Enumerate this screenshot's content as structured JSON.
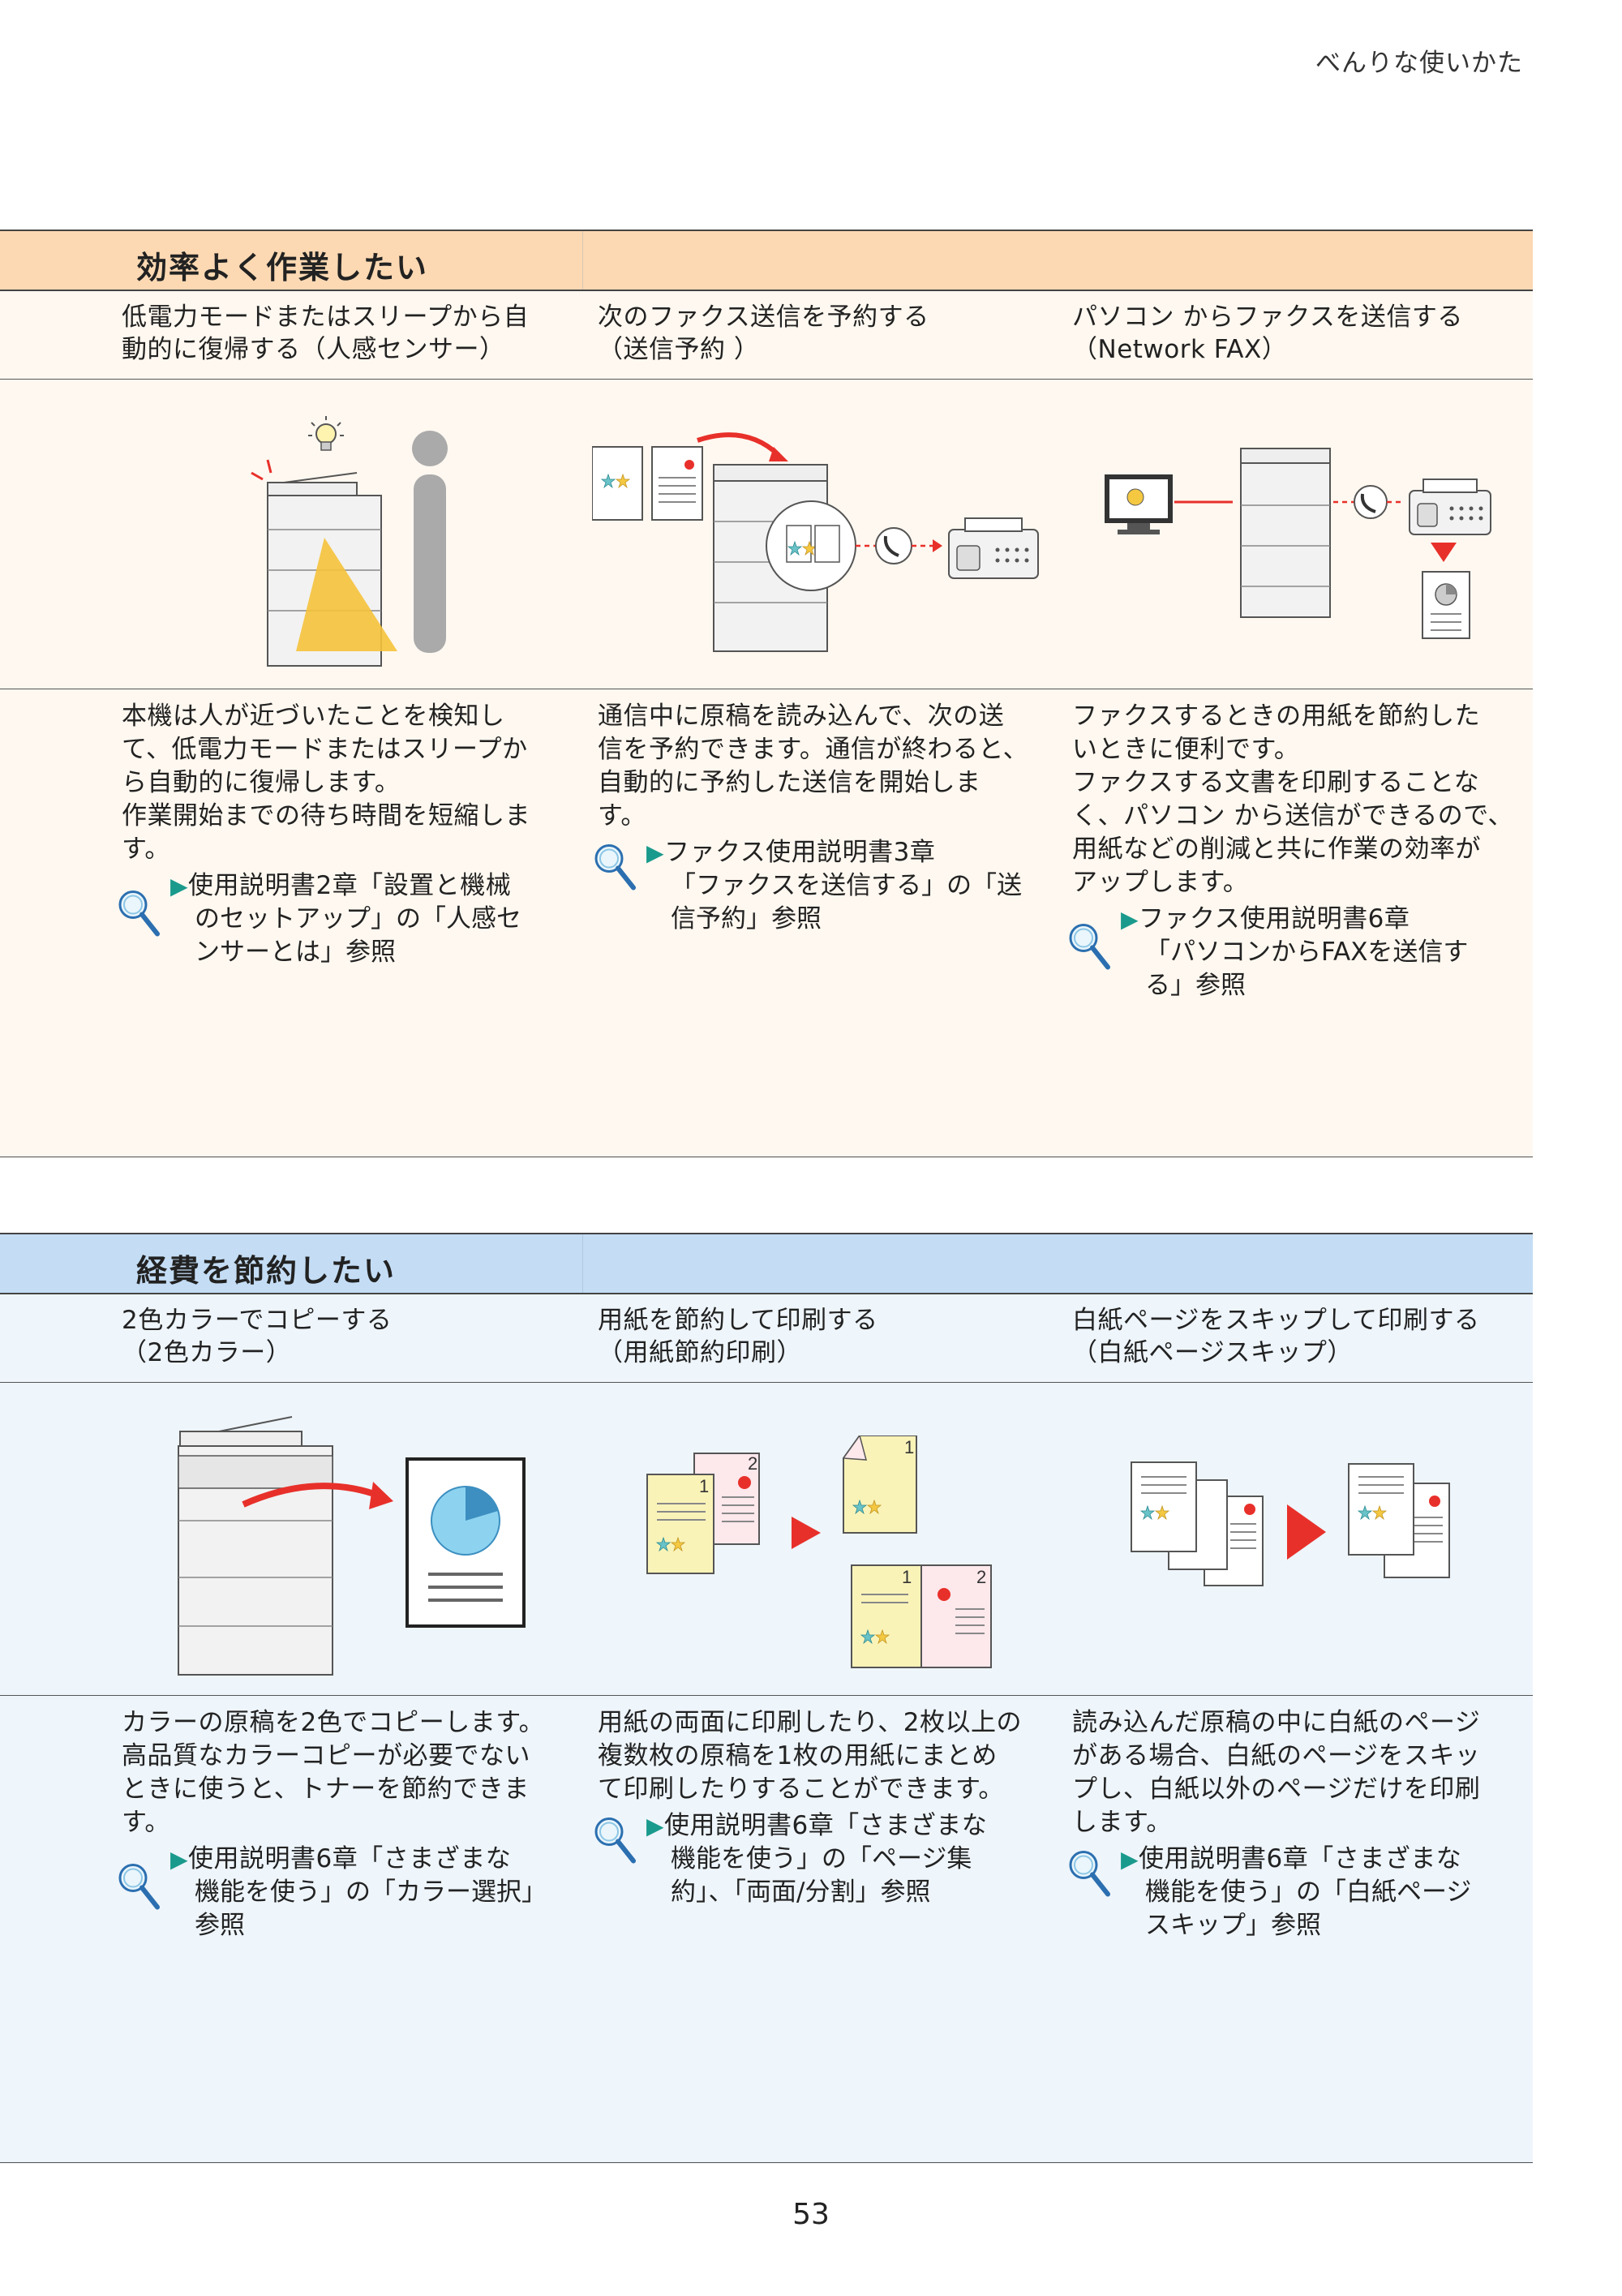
{
  "header": {
    "label": "べんりな使いかた"
  },
  "sections": [
    {
      "title": "効率よく作業したい",
      "items": [
        {
          "subhead_l1": "低電力モードまたはスリープから自",
          "subhead_l2": "動的に復帰する（人感センサー）",
          "body": [
            "本機は人が近づいたことを検知し",
            "て、低電力モードまたはスリープか",
            "ら自動的に復帰します。",
            "作業開始までの待ち時間を短縮しま",
            "す。"
          ],
          "ref": [
            "使用説明書2章「設置と機械",
            "のセットアップ」の「人感セ",
            "ンサーとは」参照"
          ]
        },
        {
          "subhead_l1": "次のファクス送信を予約する",
          "subhead_l2": "（送信予約 ）",
          "body": [
            "通信中に原稿を読み込んで、次の送",
            "信を予約できます。通信が終わると、",
            "自動的に予約した送信を開始しま",
            "す。"
          ],
          "ref": [
            "ファクス使用説明書3章",
            "「ファクスを送信する」の「送",
            "信予約」参照"
          ]
        },
        {
          "subhead_l1": "パソコン からファクスを送信する",
          "subhead_l2": "（Network FAX）",
          "body": [
            "ファクスするときの用紙を節約した",
            "いときに便利です。",
            "ファクスする文書を印刷することな",
            "く、パソコン から送信ができるので、",
            "用紙などの削減と共に作業の効率が",
            "アップします。"
          ],
          "ref": [
            "ファクス使用説明書6章",
            "「パソコンからFAXを送信す",
            "る」参照"
          ]
        }
      ]
    },
    {
      "title": "経費を節約したい",
      "items": [
        {
          "subhead_l1": "2色カラーでコピーする",
          "subhead_l2": "（2色カラー）",
          "body": [
            "カラーの原稿を2色でコピーします。",
            "高品質なカラーコピーが必要でない",
            "ときに使うと、トナーを節約できま",
            "す。"
          ],
          "ref": [
            "使用説明書6章「さまざまな",
            "機能を使う」の「カラー選択」",
            "参照"
          ]
        },
        {
          "subhead_l1": "用紙を節約して印刷する",
          "subhead_l2": "（用紙節約印刷）",
          "body": [
            "用紙の両面に印刷したり、2枚以上の",
            "複数枚の原稿を1枚の用紙にまとめ",
            "て印刷したりすることができます。"
          ],
          "ref": [
            "使用説明書6章「さまざまな",
            "機能を使う」の「ページ集",
            "約」、「両面/分割」参照"
          ]
        },
        {
          "subhead_l1": "白紙ページをスキップして印刷する",
          "subhead_l2": "（白紙ページスキップ）",
          "body": [
            "読み込んだ原稿の中に白紙のページ",
            "がある場合、白紙のページをスキッ",
            "プし、白紙以外のページだけを印刷",
            "します。"
          ],
          "ref": [
            "使用説明書6章「さまざまな",
            "機能を使う」の「白紙ページ",
            "スキップ」参照"
          ]
        }
      ]
    }
  ],
  "illustration_numbers": {
    "p1": "1",
    "p2": "2"
  },
  "page_number": "53",
  "colors": {
    "sec1_header": "#fcd9b3",
    "sec1_bg": "#fff8f0",
    "sec2_header": "#c4ddf5",
    "sec2_bg": "#eef5fb",
    "accent_red": "#e8302a",
    "accent_teal": "#1a9a8c"
  }
}
